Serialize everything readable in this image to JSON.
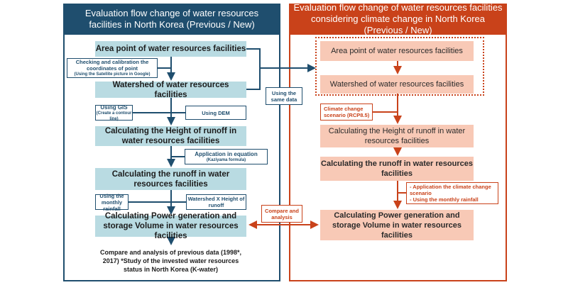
{
  "left": {
    "title": "Evaluation flow change of water resources facilities in North Korea (Previous / New)",
    "steps": [
      "Area point of water resources facilities",
      "Watershed of water resources facilities",
      "Calculating the Height of runoff in water resources facilities",
      "Calculating the runoff in water resources facilities",
      "Calculating Power generation and storage Volume in water resources facilities"
    ],
    "result": "Compare and analysis of previous data (1998*, 2017) *Study of the invested water resources status in North Korea (K-water)",
    "notes": {
      "calibration": "Checking and calibration the coordinates of point",
      "calibration_sub": "(Using the Satellite picture in Google)",
      "gis": "Using GIS",
      "gis_sub": "(Create a contour line)",
      "dem": "Using DEM",
      "equation": "Application in equation",
      "equation_sub": "(Kaziyama formula)",
      "monthly_rainfall": "Using the monthly rainfall",
      "watershed_x_height": "Watershed X Height of runoff"
    }
  },
  "right": {
    "title": "Evaluation flow change of water resources facilities considering climate change in North Korea (Previous / New)",
    "steps": [
      "Area point of water resources facilities",
      "Watershed of water resources facilities",
      "Calculating the Height of runoff in water resources facilities",
      "Calculating the runoff in water resources facilities",
      "Calculating Power generation and storage Volume in water resources facilities"
    ],
    "notes": {
      "climate_scenario": "Climate change scenario (RCP8.5)",
      "application_climate": "- Application the climate change scenario",
      "monthly_rainfall": "- Using the monthly rainfall"
    }
  },
  "middle": {
    "same_data": "Using the same data",
    "compare": "Compare and analysis"
  },
  "colors": {
    "navy": "#1f4e6e",
    "teal_box": "#b9dbe2",
    "orange": "#c9421a",
    "salmon_box": "#f8c9b6"
  }
}
